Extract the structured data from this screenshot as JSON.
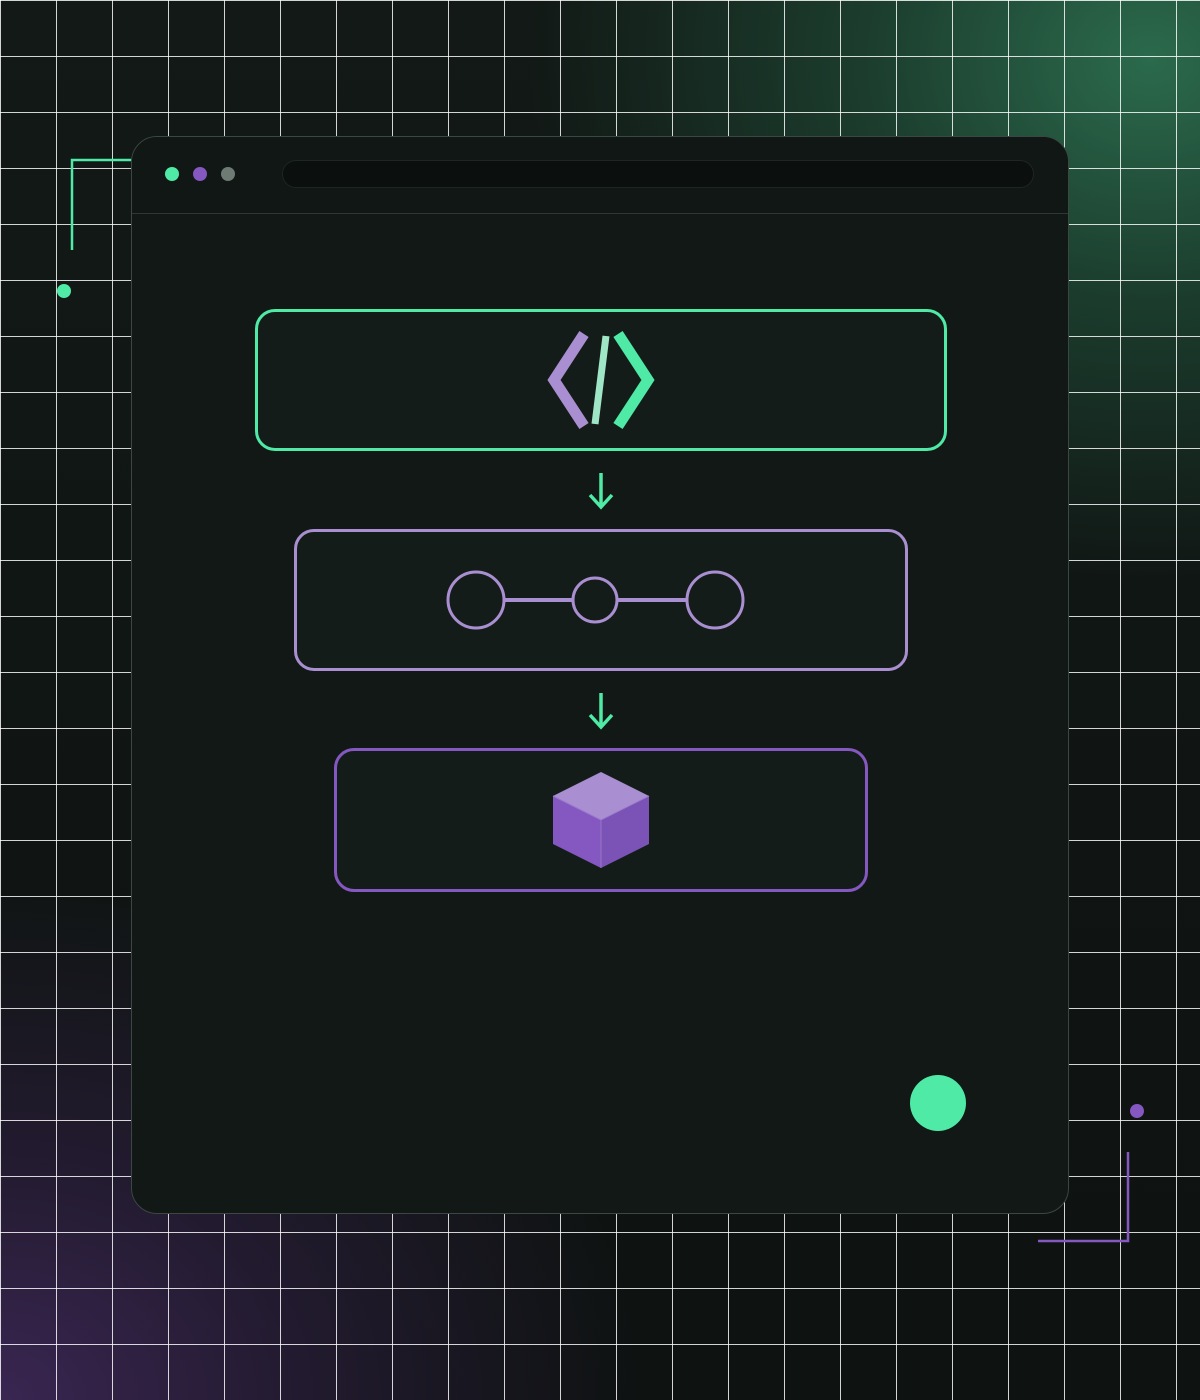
{
  "window": {
    "title": "",
    "traffic_lights": [
      "green-dot",
      "purple-dot",
      "gray-dot"
    ],
    "address_bar": {
      "value": ""
    }
  },
  "pipeline": {
    "stages": [
      {
        "icon": "code-brackets-icon",
        "label": ""
      },
      {
        "icon": "node-graph-icon",
        "label": ""
      },
      {
        "icon": "cube-icon",
        "label": ""
      }
    ],
    "connectors": [
      "arrow-down-icon",
      "arrow-down-icon"
    ]
  },
  "colors": {
    "accent_green": "#4eeaa6",
    "accent_purple": "#a98fd1",
    "deep_purple": "#8557c0",
    "window_bg": "#121815",
    "gray_dot": "#6e7b75"
  }
}
